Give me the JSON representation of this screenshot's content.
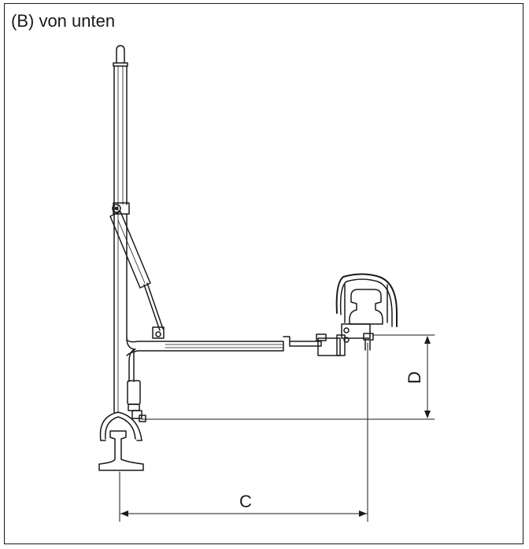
{
  "figure": {
    "title": "(B) von unten",
    "dimension_labels": {
      "horizontal": "C",
      "vertical": "D"
    },
    "colors": {
      "line": "#1a1a1a",
      "background": "#ffffff",
      "fill_dark": "#1a1a1a"
    }
  }
}
